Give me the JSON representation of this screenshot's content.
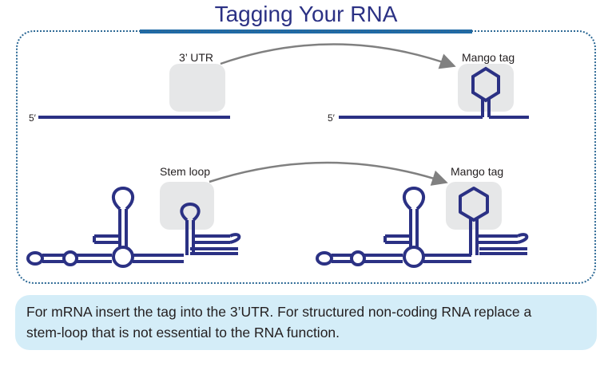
{
  "title": "Tagging Your RNA",
  "panels": {
    "mrna": {
      "five_prime_left": "5′",
      "five_prime_right": "5′",
      "source_label": "3’ UTR",
      "target_label": "Mango tag"
    },
    "ncrna": {
      "source_label": "Stem loop",
      "target_label": "Mango tag"
    }
  },
  "caption": {
    "line1": "For mRNA insert the tag into the 3’UTR.  For structured non-coding RNA replace a",
    "line2": "stem-loop that is not essential to the RNA function."
  },
  "colors": {
    "rna": "#2b3184",
    "highlight": "#e6e7e8",
    "arrow": "#808080",
    "frame": "#2e6a96",
    "title_bar": "#1f6aa6",
    "caption_bg": "#d4edf8"
  }
}
